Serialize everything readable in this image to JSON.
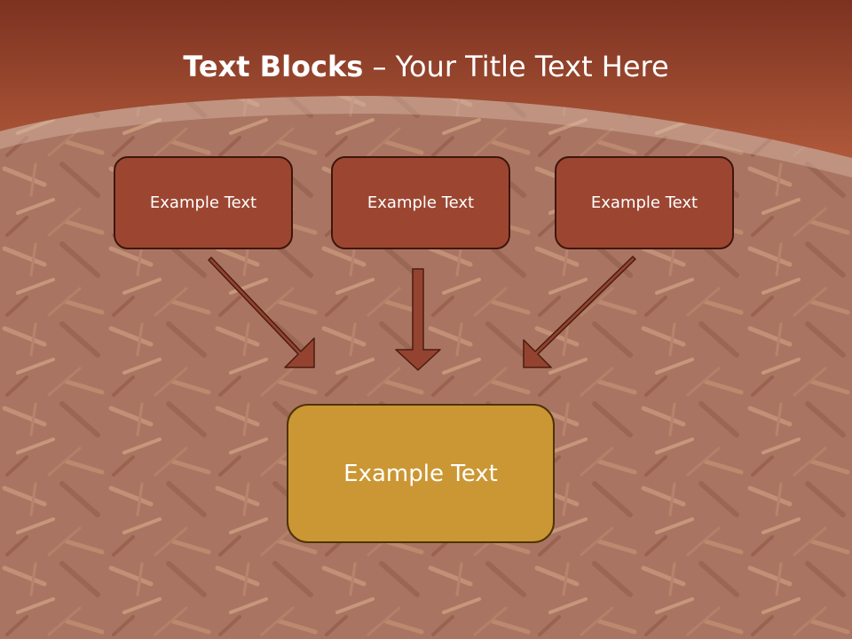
{
  "slide": {
    "title_bold": "Text Blocks",
    "title_separator": " – ",
    "title_rest": "Your Title Text Here"
  },
  "blocks": [
    {
      "label": "Example Text"
    },
    {
      "label": "Example Text"
    },
    {
      "label": "Example Text"
    }
  ],
  "target": {
    "label": "Example Text"
  },
  "colors": {
    "header": "#8a3a22",
    "box_fill": "#9c4632",
    "box_border": "#3e160b",
    "target_fill": "#cb9734",
    "arrow": "#93432f"
  }
}
